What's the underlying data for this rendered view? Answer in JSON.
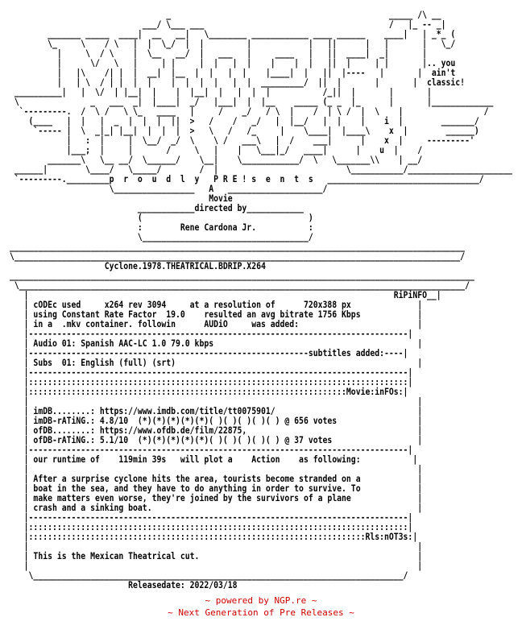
{
  "nfo_text": "                                 _                                              _____ /\\ __\n                            ___/ \\___ ___                                       /   |_ -- _|\n        _______ _____  ____|  __   __|   \\________ ____________ ____ ______    ____|   | _*_ (\n        \\_     \\    / \\   |  |  \\_/  |  |         |            |   ||      |   |       |   \\_/\n          |     \\  / \\    |  \\__   __/  |   ___   |     ____   |   ||  ____|  _|       |\n          |      \\/   \\   |     | |     |  |   |  |    |    |  |   ||  |     | |       |.. you\n          |   |\\    /| |  |  __|  |__  |  |   |  |    |____|  |   ||  |----   |       |  ain't\n          |   | \\  / | |  |  |    |  |  |  |   |  |  _________/  ||  |       |       |  classic!\n __________|   |  \\/  | |__|  |    |  |__|  |   |  |  |           /_||  |       |       |\n \\               _   ___  _|  |____|  _/   |___|  |  |__    _____ (_ _  |_      |       |_____________\n  `---------.  /  \\ /   \\ \\_   ____   |     /    _/   / \\  |    /  | \\ /  |  \\    |                 /\n    (____   |  |   |  _  |  |  |  ||  >   /    /   _/   |  |__/   |  |    |    i  |        _______/\n     `----- |  \\  _|_| |__|  |  |  |  >   \\   /   /_     |    \\____|  |____\\    x  |        ______)\n            |   :  |     |  \\__/  _/  \\    \\ /   ___\\   |  /    ___|      |    x  |     ---------'\n            |___;  |     |       /     \\   |    |   \\___|_/   ____|      |    u  |    /\n        _______\\   \\__ __/  \\______/    \\__|    \\____________/  \\   \\_______\\\\    | __/\n ______|        \\____/   \\_____/        /  |                           \\___________/______________________\n `---------._________p  r  o  u  d  l  y   P R E ! s  e  n  t  s   ________________________________/\n                     \\_________________   A   ____________________/\n                                          Movie\n                           ____________directed by____________\n                           (                                   )\n                           :        Rene Cardona Jr.           :\n                           \\___________________________________/\n________________________________________________________________________________________________\n\\______________________________________________________________________________________________/\n                    Cyclone.1978.THEATRICAL.BDRIP.X264\n__________________________________________________________________________________________________\n \\______________________________________________________________________________________________/\n   |                                                                             RiPiNFO__|\n   | cODEc used     x264 rev 3094     at a resolution of      720x388 px              |\n   | using Constant Rate Factor  19.0    resulted an avg bitrate 1756 Kbps            |\n   | in a  .mkv container. followin      AUDiO     was added:                         |\n   |--------------------------------------------------------------------------------|\n   | Audio 01: Spanish AAC-LC 1.0 79.0 kbps                                           |\n   |-----------------------------------------------------------subtitles added:----|\n   | Subs  01: English (full) (srt)                                                   |\n   |--------------------------------------------------------------------------------|\n   |::::::::::::::::::::::::::::::::::::::::::::::::::::::::::::::::::::::::::::::::|\n   |:::::::::::::::::::::::::::::::::::::::::::::::::::::::::::::::::::Movie:inFOs:|\n   |                                                                                  |\n   | imDB........: https://www.imdb.com/title/tt0075901/                              |\n   | imDB-rATiNG.: 4.8/10  (*)(*)(*)(*)(*)( )( )( )( )( ) @ 656 votes                 |\n   | ofDB........: https://www.ofdb.de/film/22875,                                    |\n   | ofDB-rATiNG.: 5.1/10  (*)(*)(*)(*)(*)( )( )( )( )( ) @ 37 votes                  |\n   |--------------------------------------------------------------------------------|\n   | our runtime of    119min 39s   will plot a    Action    as following:           |\n   |                                                                                  |\n   | After a surprise cyclone hits the area, tourists become stranded on a            |\n   | boat in the sea, and they have to do anything in order to survive. To            |\n   | make matters even worse, they're joined by the survivors of a plane              |\n   | crash and a sinking boat.                                                        |\n   |--------------------------------------------------------------------------------|\n   |::::::::::::::::::::::::::::::::::::::::::::::::::::::::::::::::::::::::::::::::|\n   |:::::::::::::::::::::::::::::::::::::::::::::::::::::::::::::::::::::::Rls:nOT3s:|\n   |                                                                                  |\n   | This is the Mexican Theatrical cut.                                              |\n   |                                                                                  |\n    \\______________________________________________________________________________/\n                         Releasedate: 2022/03/18",
  "footer": {
    "line1": "~ powered by NGP.re ~",
    "line2": "~ Next Generation of Pre Releases ~"
  },
  "colors": {
    "text": "#000000",
    "footer": "#cc0000",
    "background": "#ffffff"
  }
}
